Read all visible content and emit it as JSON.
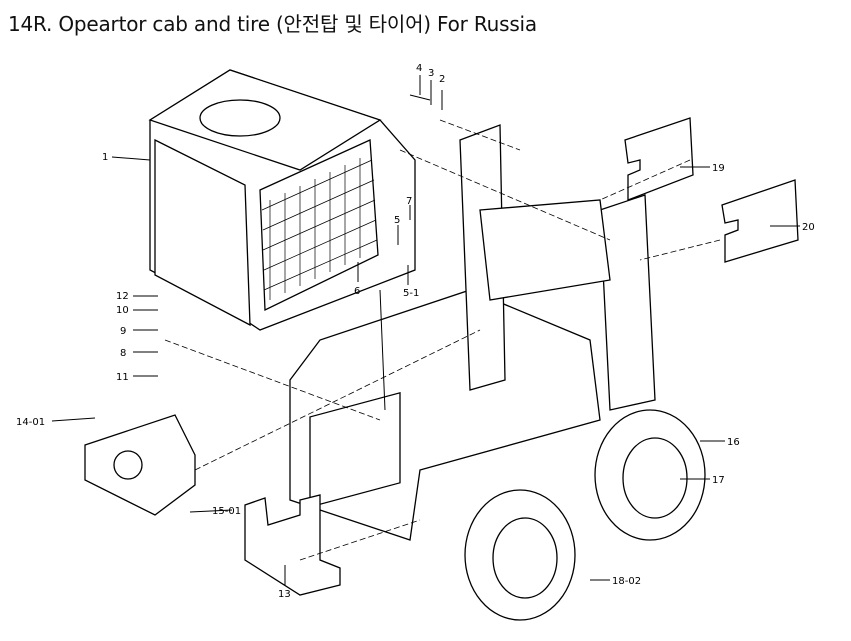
{
  "title": "14R. Opeartor cab and tire (안전탑 및 타이어) For Russia",
  "callouts": {
    "c1": "1",
    "c2": "2",
    "c3": "3",
    "c4": "4",
    "c5": "5",
    "c5_1": "5-1",
    "c6": "6",
    "c7": "7",
    "c8": "8",
    "c9": "9",
    "c10": "10",
    "c11": "11",
    "c12": "12",
    "c13": "13",
    "c14_01": "14-01",
    "c15_01": "15-01",
    "c16": "16",
    "c17": "17",
    "c18_02": "18-02",
    "c19": "19",
    "c20": "20"
  }
}
